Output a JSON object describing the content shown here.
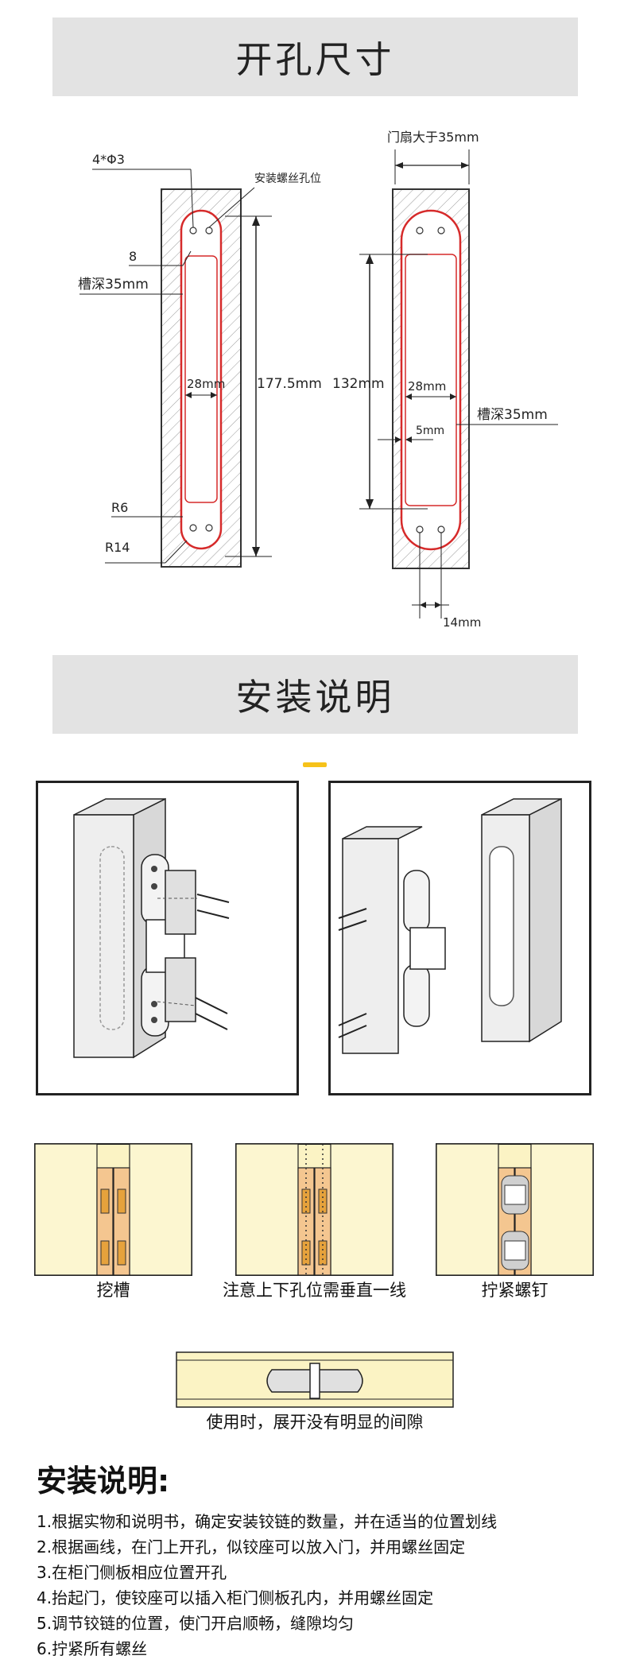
{
  "section1": {
    "title": "开孔尺寸"
  },
  "diagram1": {
    "hole_label": "4*Φ3",
    "screw_hole_label": "安装螺丝孔位",
    "r8_label": "8",
    "width_label": "28mm",
    "depth_label": "槽深35mm",
    "length_label": "177.5mm",
    "r6_label": "R6",
    "r14_label": "R14"
  },
  "diagram2": {
    "door_label": "门扇大于35mm",
    "span_label": "132mm",
    "width_label": "28mm",
    "offset_label": "5mm",
    "depth_label": "槽深35mm",
    "hole_gap_label": "14mm"
  },
  "section2": {
    "title": "安装说明"
  },
  "panels": {
    "groove": "挖槽",
    "align": "注意上下孔位需垂直一线",
    "tighten": "拧紧螺钉",
    "closed": "使用时，展开没有明显的间隙"
  },
  "instructions": {
    "title": "安装说明:",
    "steps": [
      "1.根据实物和说明书，确定安装铰链的数量，并在适当的位置划线",
      "2.根据画线，在门上开孔，似铰座可以放入门，并用螺丝固定",
      "3.在柜门侧板相应位置开孔",
      "4.抬起门，使铰座可以插入柜门侧板孔内，并用螺丝固定",
      "5.调节铰链的位置，使门开启顺畅，缝隙均匀",
      "6.拧紧所有螺丝"
    ]
  },
  "colors": {
    "banner_bg": "#e3e3e3",
    "accent": "#f6c21a",
    "slot_outline": "#d62a2a",
    "wood_light": "#fbf3c4",
    "wood_edge": "#f4c690",
    "bracket": "#e6a23c"
  }
}
